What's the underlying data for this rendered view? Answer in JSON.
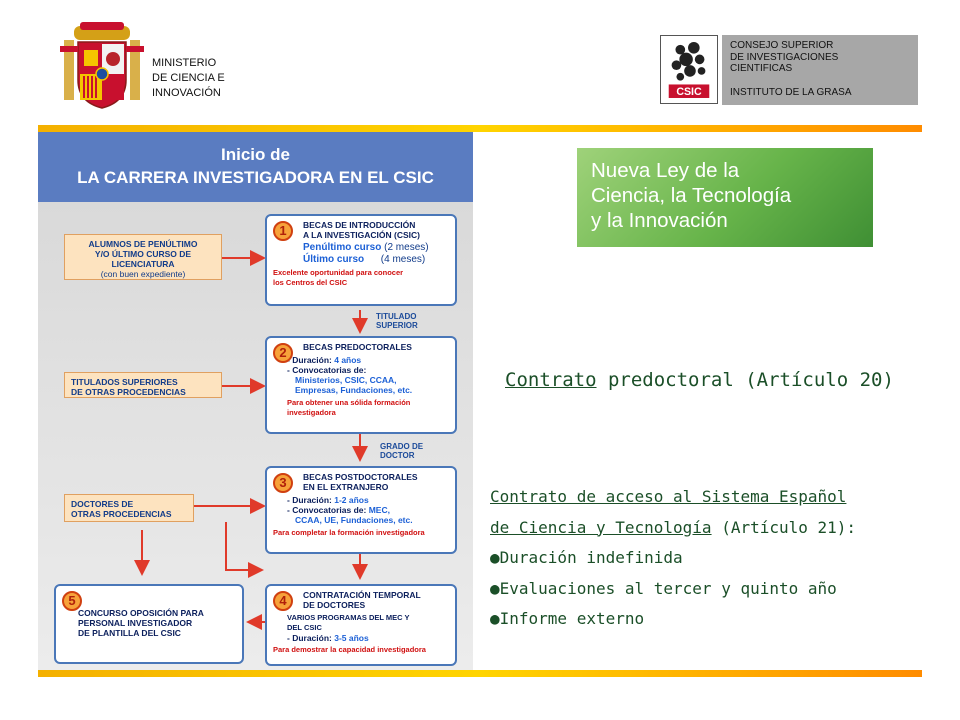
{
  "header": {
    "ministry_lines": [
      "MINISTERIO",
      "DE CIENCIA  E",
      "INNOVACIÓN"
    ],
    "csic_logo_text": "CSIC",
    "csic_lines": [
      "CONSEJO SUPERIOR",
      "DE INVESTIGACIONES",
      "CIENTIFICAS"
    ],
    "institute": "INSTITUTO  DE LA GRASA"
  },
  "flowchart": {
    "title1": "Inicio de",
    "title2": "LA CARRERA INVESTIGADORA EN EL CSIC",
    "sources": {
      "s1": [
        "ALUMNOS DE PENÚLTIMO",
        "Y/O ÚLTIMO CURSO DE",
        "LICENCIATURA",
        "(con buen expediente)"
      ],
      "s2": [
        "TITULADOS SUPERIORES",
        "DE OTRAS PROCEDENCIAS"
      ],
      "s3": [
        "DOCTORES DE",
        "OTRAS PROCEDENCIAS"
      ]
    },
    "cards": {
      "c1": {
        "num": "1",
        "title1": "BECAS DE INTRODUCCIÓN",
        "title2": "A LA INVESTIGACIÓN (CSIC)",
        "row1a": "Penúltimo curso",
        "row1b": " (2 meses)",
        "row2a": "Último curso",
        "row2b": "      (4 meses)",
        "note1": "Excelente oportunidad para conocer",
        "note2": "los Centros del CSIC"
      },
      "c2": {
        "num": "2",
        "title": "BECAS PREDOCTORALES",
        "d1a": "- Duración: ",
        "d1b": "4 años",
        "d2": "- Convocatorias de:",
        "d3": "Ministerios, CSIC, CCAA,",
        "d4": "Empresas, Fundaciones, etc.",
        "note1": "Para obtener una sólida formación",
        "note2": "investigadora"
      },
      "c3": {
        "num": "3",
        "title1": "BECAS POSTDOCTORALES",
        "title2": "EN EL EXTRANJERO",
        "d1a": "- Duración: ",
        "d1b": "1-2 años",
        "d2a": "- Convocatorias de: ",
        "d2b": "MEC,",
        "d3": "CCAA, UE, Fundaciones,  etc.",
        "note": "Para completar la formación investigadora"
      },
      "c4": {
        "num": "4",
        "title1": "CONTRATACIÓN TEMPORAL",
        "title2": "DE DOCTORES",
        "d1": "VARIOS PROGRAMAS DEL MEC  Y",
        "d2": "DEL CSIC",
        "d3a": "- Duración: ",
        "d3b": "3-5 años",
        "note": "Para demostrar la capacidad investigadora"
      },
      "c5": {
        "num": "5",
        "l1": "CONCURSO OPOSICIÓN PARA",
        "l2": "PERSONAL INVESTIGADOR",
        "l3": "DE PLANTILLA DEL CSIC"
      }
    },
    "steps": {
      "t1": [
        "TITULADO",
        "SUPERIOR"
      ],
      "t2": [
        "GRADO DE",
        "DOCTOR"
      ]
    }
  },
  "banner": {
    "lines": [
      "Nueva Ley de la",
      "Ciencia, la Tecnología",
      "y la Innovación"
    ]
  },
  "main": {
    "predoc_link": "Contrato",
    "predoc_rest": " predoctoral (Artículo 20)",
    "access_line1": "Contrato de acceso al Sistema Español",
    "access_line2_u": "de Ciencia y Tecnología",
    "access_line2_rest": " (Artículo 21):",
    "bullets": [
      "●Duración indefinida",
      "●Evaluaciones al tercer y quinto año",
      "●Informe externo"
    ]
  },
  "colors": {
    "accent_bar": "#ffc800",
    "flow_header": "#5a7cc1",
    "text_green": "#1b4f28",
    "arrow_red": "#e03a2a"
  }
}
